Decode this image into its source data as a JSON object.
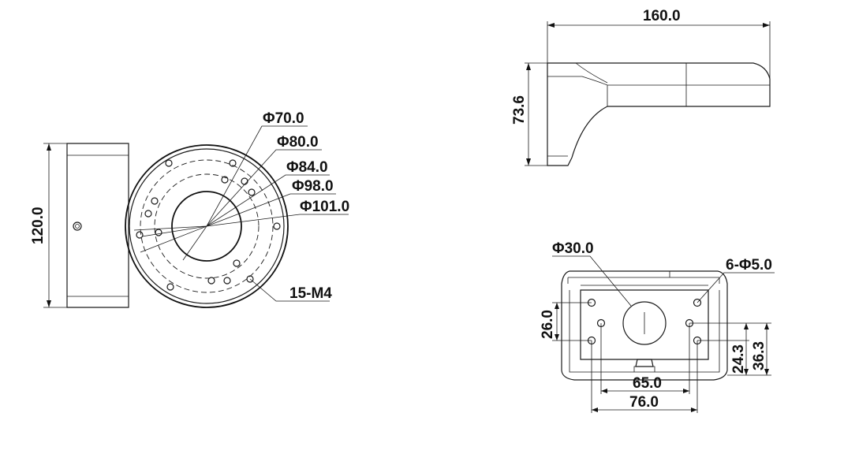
{
  "front_view": {
    "height_label": "120.0",
    "diameters": [
      "Φ70.0",
      "Φ80.0",
      "Φ84.0",
      "Φ98.0",
      "Φ101.0"
    ],
    "holes_label": "15-M4"
  },
  "side_view": {
    "width_label": "160.0",
    "height_label": "73.6"
  },
  "base_view": {
    "center_hole_label": "Φ30.0",
    "holes_label": "6-Φ5.0",
    "dim_26": "26.0",
    "dim_243": "24.3",
    "dim_363": "36.3",
    "dim_65": "65.0",
    "dim_76": "76.0"
  }
}
